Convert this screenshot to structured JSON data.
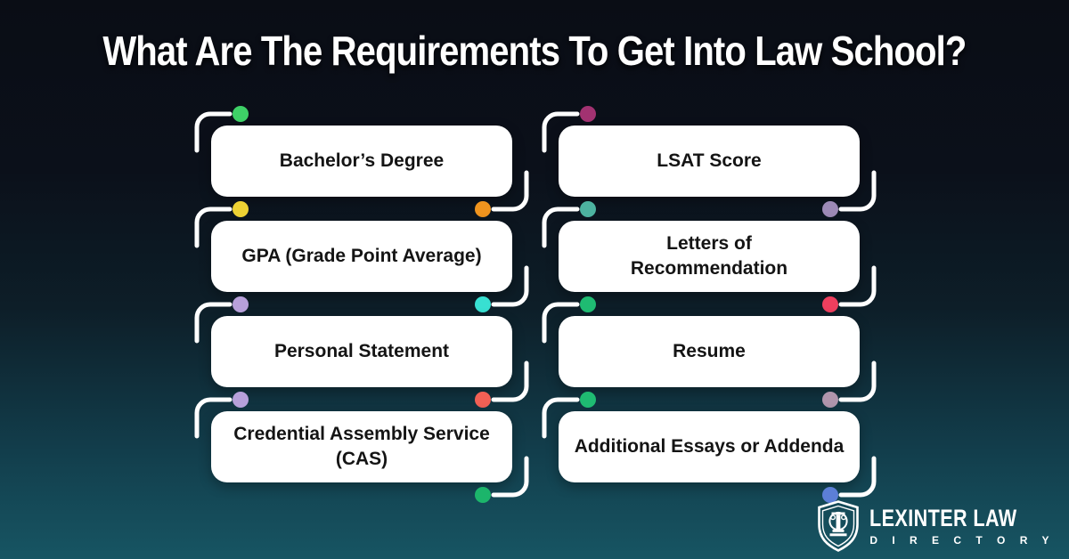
{
  "title": "What Are The Requirements To Get Into Law School?",
  "cards": [
    {
      "label": "Bachelor’s Degree",
      "dot_top_left": "#3ed167",
      "dot_bottom_right": "#f0941e"
    },
    {
      "label": "GPA (Grade Point Average)",
      "dot_top_left": "#eed234",
      "dot_bottom_right": "#38e0d2"
    },
    {
      "label": "Personal Statement",
      "dot_top_left": "#b7a0da",
      "dot_bottom_right": "#f26055"
    },
    {
      "label": "Credential Assembly Service\n(CAS)",
      "dot_top_left": "#b7a0da",
      "dot_bottom_right": "#1cb56b"
    },
    {
      "label": "LSAT Score",
      "dot_top_left": "#a23271",
      "dot_bottom_right": "#9d8ab6"
    },
    {
      "label": "Letters of\nRecommendation",
      "dot_top_left": "#4db3a0",
      "dot_bottom_right": "#ee3f5e"
    },
    {
      "label": "Resume",
      "dot_top_left": "#1fbb72",
      "dot_bottom_right": "#b095ac"
    },
    {
      "label": "Additional Essays or Addenda",
      "dot_top_left": "#1fbb72",
      "dot_bottom_right": "#5c7fd6"
    }
  ],
  "logo": {
    "name": "LEXINTER LAW",
    "tagline": "D I R E C T O R Y"
  },
  "colors": {
    "background_top": "#0a0d15",
    "background_bottom": "#175563",
    "card_background": "#ffffff",
    "card_text": "#141414",
    "title_text": "#ffffff",
    "bracket": "#ffffff"
  }
}
